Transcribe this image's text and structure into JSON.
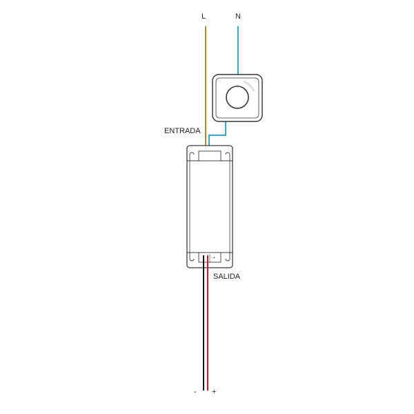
{
  "labels": {
    "live": "L",
    "neutral": "N",
    "input": "ENTRADA",
    "output": "SALIDA",
    "negative": "-",
    "positive": "+",
    "output_terminal_marks": "- +"
  },
  "colors": {
    "live_wire": "#b8892a",
    "neutral_wire": "#2aa8d8",
    "negative_wire": "#111111",
    "positive_wire": "#cc1a1a",
    "outline": "#3a3a3a",
    "background": "#ffffff"
  },
  "components": {
    "switch": "rotary-dimmer-switch",
    "driver": "led-driver-power-supply"
  }
}
